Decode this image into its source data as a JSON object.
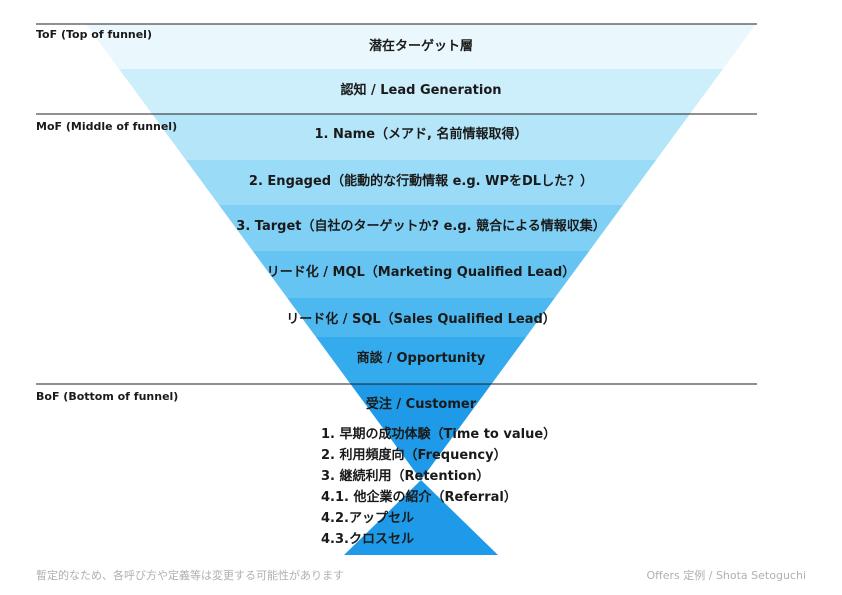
{
  "sections": [
    {
      "label": "ToF (Top of funnel)"
    },
    {
      "label": "MoF (Middle of funnel)"
    },
    {
      "label": "BoF (Bottom of funnel)"
    }
  ],
  "stages": [
    {
      "label": "潜在ターゲット層",
      "color": "#eaf8fd"
    },
    {
      "label": "認知 / Lead Generation",
      "color": "#cdeefb"
    },
    {
      "label": "1. Name（メアド, 名前情報取得）",
      "color": "#b4e5f9"
    },
    {
      "label": "2. Engaged（能動的な行動情報 e.g. WPをDLした？）",
      "color": "#9adbf7"
    },
    {
      "label": "3. Target（自社のターゲットか? e.g. 競合による情報収集）",
      "color": "#80d0f5"
    },
    {
      "label": "リード化 / MQL（Marketing Qualified Lead）",
      "color": "#66c4f2"
    },
    {
      "label": "リード化 / SQL（Sales Qualified Lead）",
      "color": "#4db8ef"
    },
    {
      "label": "商談 / Opportunity",
      "color": "#33abec"
    },
    {
      "label": "受注 / Customer",
      "color": "#ffffff"
    }
  ],
  "customer_items": [
    "1. 早期の成功体験（Time to value）",
    "2. 利用頻度向（Frequency）",
    "3. 継続利用（Retention）",
    "4.1. 他企業の紹介（Referral）",
    "4.2.アップセル",
    "4.3.クロスセル"
  ],
  "colors": {
    "divider": "#222222",
    "bottom_triangle": "#1e9ae8"
  },
  "footer": {
    "note": "暫定的なため、各呼び方や定義等は変更する可能性があります",
    "credit": "Offers 定例 / Shota Setoguchi"
  }
}
